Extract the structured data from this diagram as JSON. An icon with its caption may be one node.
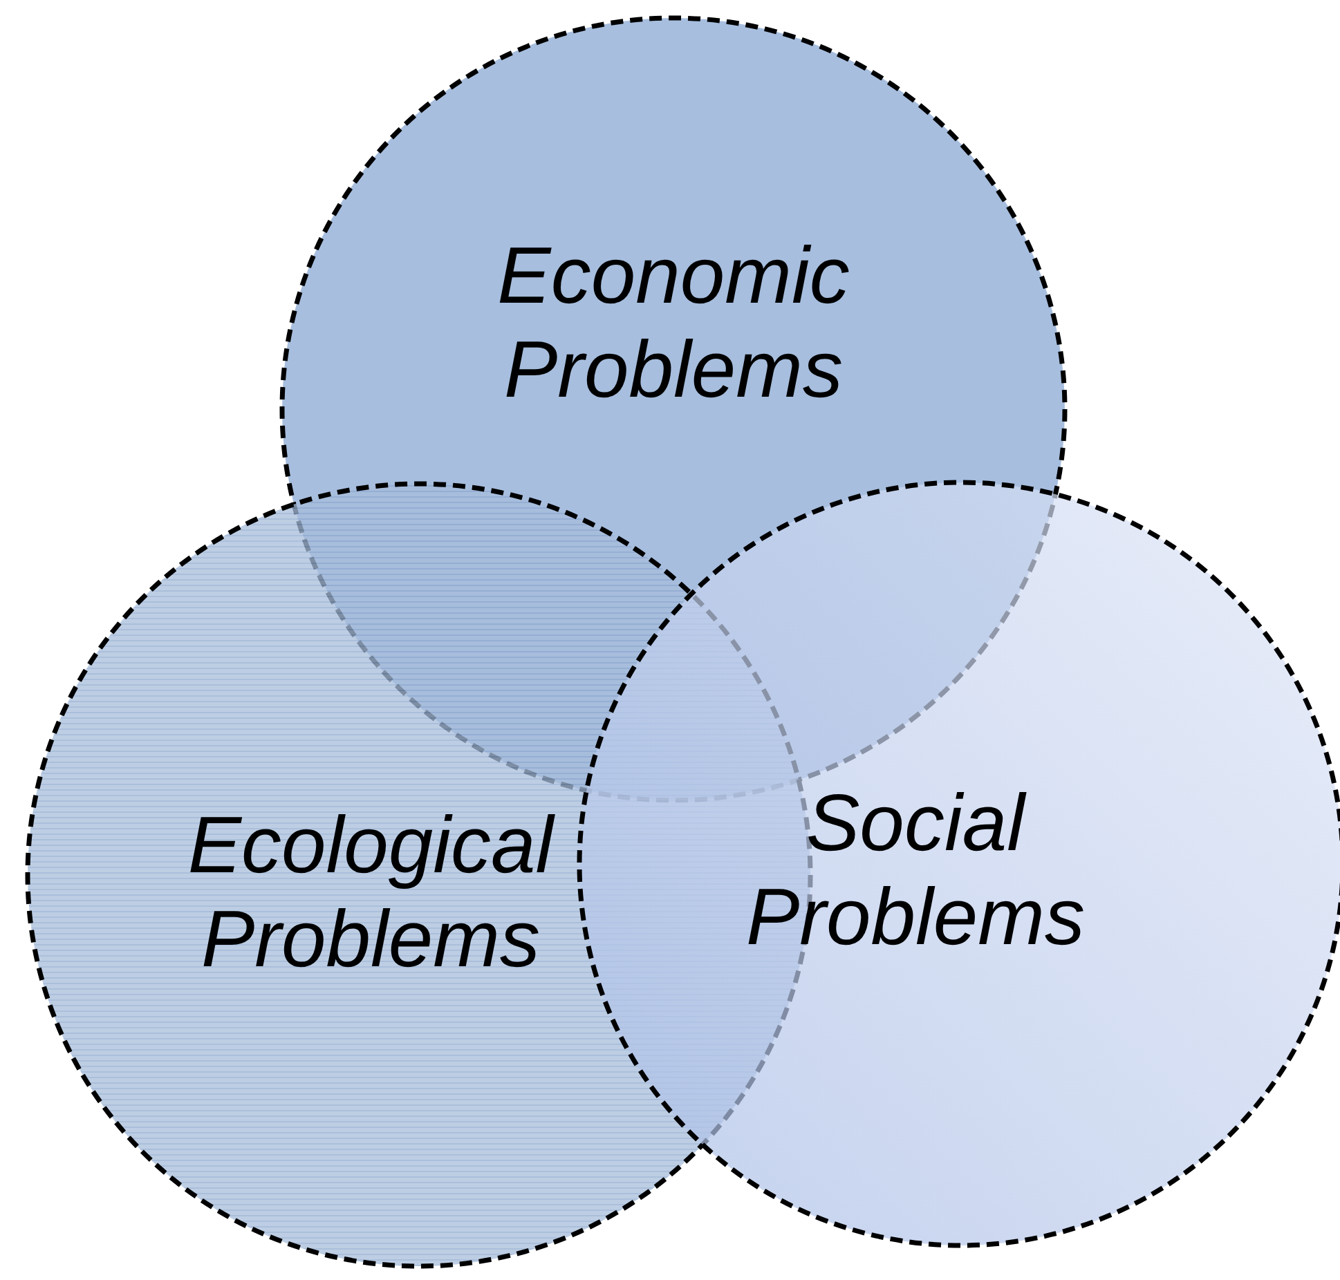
{
  "diagram": {
    "nodes": [
      {
        "text": [
          "Economic Problems"
        ]
      },
      {
        "text": [
          "Ecological Problems"
        ]
      },
      {
        "text": [
          "Social Problems"
        ]
      }
    ]
  }
}
